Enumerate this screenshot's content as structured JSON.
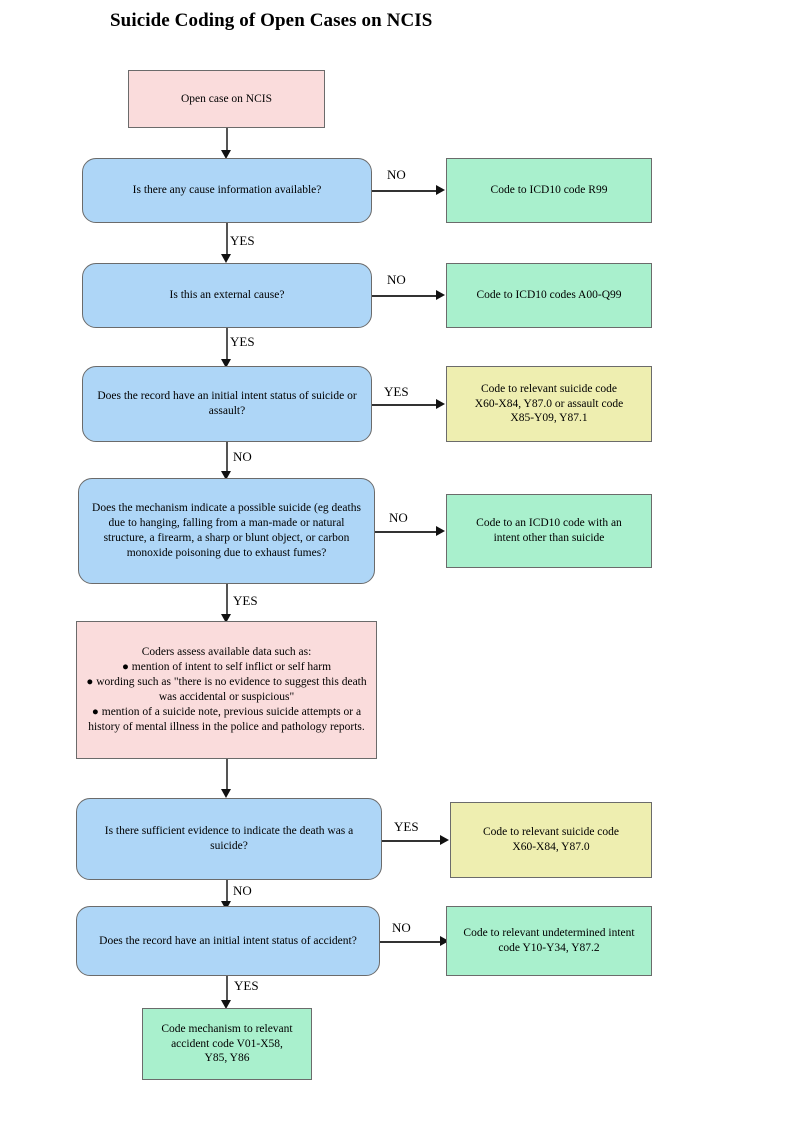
{
  "page": {
    "title": "Suicide Coding of Open Cases on NCIS",
    "background": "#ffffff"
  },
  "colors": {
    "start_fill": "#fadcdc",
    "decision_fill": "#aed6f7",
    "outcome_fill": "#a9f0cd",
    "suicide_outcome_fill": "#eeeeb0",
    "border": "#6b6b6b",
    "connector": "#333333"
  },
  "nodes": {
    "start": {
      "label": "Open case on NCIS",
      "type": "process",
      "color": "#fadcdc"
    },
    "d1": {
      "label": "Is there any cause information available?",
      "type": "decision",
      "color": "#aed6f7"
    },
    "o1": {
      "label": "Code to ICD10 code R99",
      "type": "outcome",
      "color": "#a9f0cd"
    },
    "d2": {
      "label": "Is this an external cause?",
      "type": "decision",
      "color": "#aed6f7"
    },
    "o2": {
      "label": "Code to ICD10 codes A00-Q99",
      "type": "outcome",
      "color": "#a9f0cd"
    },
    "d3": {
      "label": "Does the record have an initial intent status of suicide or assault?",
      "type": "decision",
      "color": "#aed6f7"
    },
    "o3": {
      "line1": "Code to relevant suicide code",
      "line2": "X60-X84, Y87.0 or assault code",
      "line3": "X85-Y09, Y87.1",
      "type": "outcome",
      "color": "#eeeeb0"
    },
    "d4": {
      "label": "Does the mechanism indicate a possible suicide (eg deaths due to hanging, falling from a man-made or natural structure, a firearm, a sharp or blunt object, or carbon monoxide poisoning due to exhaust fumes?",
      "type": "decision",
      "color": "#aed6f7"
    },
    "o4": {
      "line1": "Code to an ICD10 code with an",
      "line2": "intent other than suicide",
      "type": "outcome",
      "color": "#a9f0cd"
    },
    "assess": {
      "heading": "Coders assess available data such as:",
      "bullets": [
        "mention of intent to self inflict or self harm",
        "wording such as \"there is no evidence to suggest this death was accidental or suspicious\"",
        "mention of a suicide note, previous suicide attempts or a history of mental illness in the police and pathology reports."
      ],
      "type": "process",
      "color": "#fadcdc"
    },
    "d5": {
      "label": "Is there sufficient evidence to indicate the death was a suicide?",
      "type": "decision",
      "color": "#aed6f7"
    },
    "o5": {
      "line1": "Code to relevant suicide code",
      "line2": "X60-X84, Y87.0",
      "type": "outcome",
      "color": "#eeeeb0"
    },
    "d6": {
      "label": "Does the record have an initial intent status of accident?",
      "type": "decision",
      "color": "#aed6f7"
    },
    "o6": {
      "line1": "Code to relevant undetermined intent",
      "line2": "code Y10-Y34, Y87.2",
      "type": "outcome",
      "color": "#a9f0cd"
    },
    "o7": {
      "line1": "Code mechanism to relevant",
      "line2": "accident code V01-X58,",
      "line3": "Y85, Y86",
      "type": "outcome",
      "color": "#a9f0cd"
    }
  },
  "edge_labels": {
    "d1_no": "NO",
    "d1_yes": "YES",
    "d2_no": "NO",
    "d2_yes": "YES",
    "d3_yes": "YES",
    "d3_no": "NO",
    "d4_no": "NO",
    "d4_yes": "YES",
    "d5_yes": "YES",
    "d5_no": "NO",
    "d6_no": "NO",
    "d6_yes": "YES"
  },
  "bullet_glyph": "●"
}
